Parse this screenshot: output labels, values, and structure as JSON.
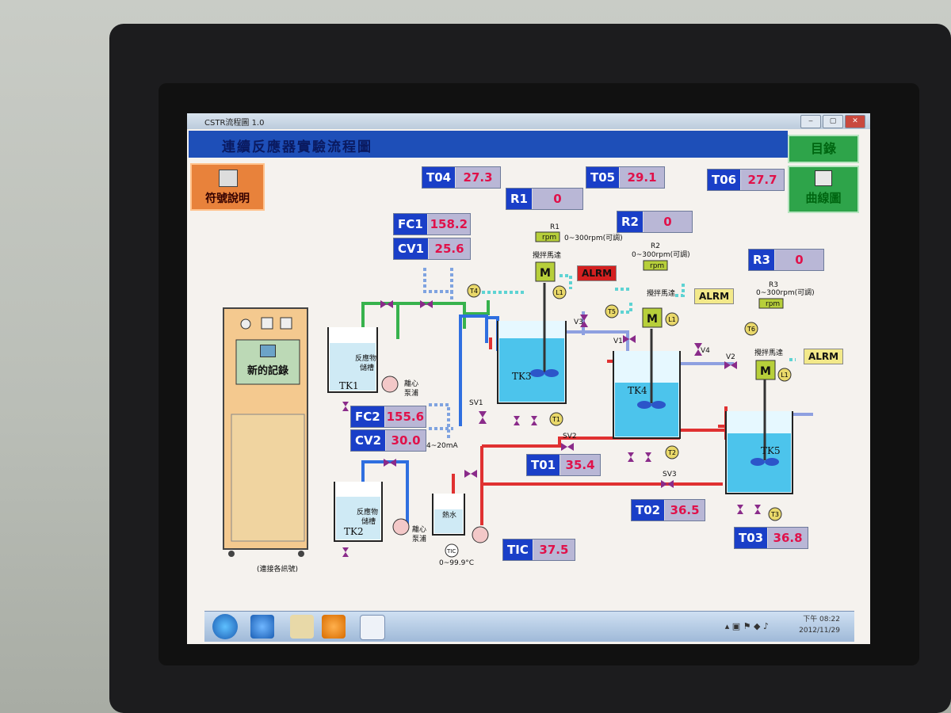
{
  "window": {
    "title": "CSTR流程圖 1.0",
    "min": "‒",
    "max": "▢",
    "close": "✕"
  },
  "header": {
    "title": "連續反應器實驗流程圖"
  },
  "buttons": {
    "menu": "目錄",
    "legend": "符號說明",
    "curve": "曲線圖",
    "record": "新的記錄"
  },
  "tags": {
    "T04": {
      "name": "T04",
      "value": "27.3"
    },
    "T05": {
      "name": "T05",
      "value": "29.1"
    },
    "T06": {
      "name": "T06",
      "value": "27.7"
    },
    "R1": {
      "name": "R1",
      "value": "0"
    },
    "R2": {
      "name": "R2",
      "value": "0"
    },
    "R3": {
      "name": "R3",
      "value": "0"
    },
    "FC1": {
      "name": "FC1",
      "value": "158.2"
    },
    "CV1": {
      "name": "CV1",
      "value": "25.6"
    },
    "FC2": {
      "name": "FC2",
      "value": "155.6"
    },
    "CV2": {
      "name": "CV2",
      "value": "30.0"
    },
    "T01": {
      "name": "T01",
      "value": "35.4"
    },
    "T02": {
      "name": "T02",
      "value": "36.5"
    },
    "T03": {
      "name": "T03",
      "value": "36.8"
    },
    "TIC": {
      "name": "TIC",
      "value": "37.5"
    }
  },
  "alarms": [
    "ALRM",
    "ALRM",
    "ALRM"
  ],
  "colors": {
    "alarm_red": "#d42020",
    "alarm_yellow": "#f3e98a",
    "tag_blue": "#1a3fc8",
    "value_pink": "#e0114a",
    "pipe_green": "#37b24d",
    "pipe_blue": "#2f6fe0",
    "pipe_red": "#e03131"
  },
  "labels": {
    "r1": "R1",
    "r2": "R2",
    "r3": "R3",
    "rpm": "rpm",
    "rpm_range": "0~300rpm(可調)",
    "motor1": "攪拌馬達",
    "motor2": "攪拌馬達",
    "motor3": "攪拌馬達",
    "m": "M",
    "tk1": "TK1",
    "tk2": "TK2",
    "tk3": "TK3",
    "tk4": "TK4",
    "tk5": "TK5",
    "feed1": "反應物",
    "feed1b": "儲槽",
    "feed2": "反應物",
    "feed2b": "儲槽",
    "pump1": "離心",
    "pump1b": "泵浦",
    "pump2": "離心",
    "pump2b": "泵浦",
    "hot": "熱水",
    "ma": "4~20mA",
    "sv1": "SV1",
    "sv2": "SV2",
    "sv3": "SV3",
    "v1": "V1",
    "v2": "V2",
    "v3": "V3",
    "v4": "V4",
    "range_tic": "0~99.9°C",
    "tic_ring": "TIC",
    "cabinet": "(連接各訊號)",
    "t1": "T1",
    "t2": "T2",
    "t3": "T3",
    "t4": "T4",
    "t5": "T5",
    "t6": "T6",
    "l1": "L1"
  },
  "taskbar": {
    "time": "下午 08:22",
    "date": "2012/11/29"
  }
}
